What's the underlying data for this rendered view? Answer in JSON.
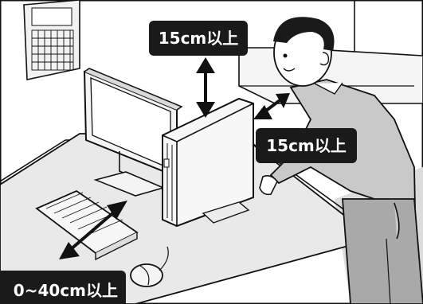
{
  "labels": {
    "clearance_top": "15cm以上",
    "clearance_side": "15cm以上",
    "clearance_front": "0~40cm以上"
  },
  "colors": {
    "background": "#ffffff",
    "desk": "#e9e9e9",
    "floor": "#dcdcdc",
    "shirt": "#c9c9c9",
    "trousers": "#a9a9a9",
    "label_bg": "#1a1a1a",
    "label_text": "#ffffff",
    "outline": "#111111"
  }
}
